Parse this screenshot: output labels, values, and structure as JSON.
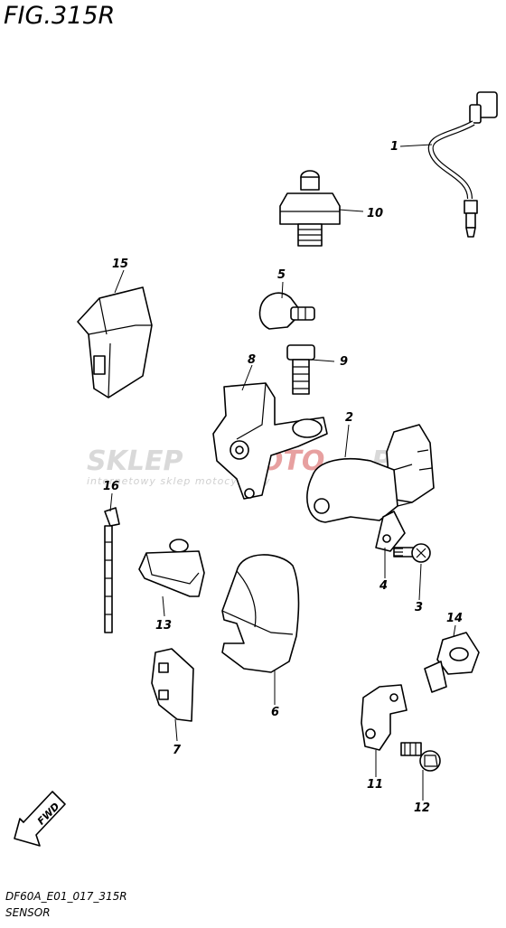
{
  "figure": {
    "title": "FIG.315R"
  },
  "footer": {
    "code": "DF60A_E01_017_315R",
    "name": "SENSOR"
  },
  "watermark": {
    "brand_a": "SKLEP",
    "brand_b": "MOTO",
    "brand_c": ".PL",
    "tagline": "internetowy sklep motocyklowy"
  },
  "fwd_label": "FWD",
  "callouts": {
    "c1": "1",
    "c2": "2",
    "c3": "3",
    "c4": "4",
    "c5": "5",
    "c6": "6",
    "c7": "7",
    "c8": "8",
    "c9": "9",
    "c10": "10",
    "c11": "11",
    "c12": "12",
    "c13": "13",
    "c14": "14",
    "c15": "15",
    "c16": "16"
  }
}
